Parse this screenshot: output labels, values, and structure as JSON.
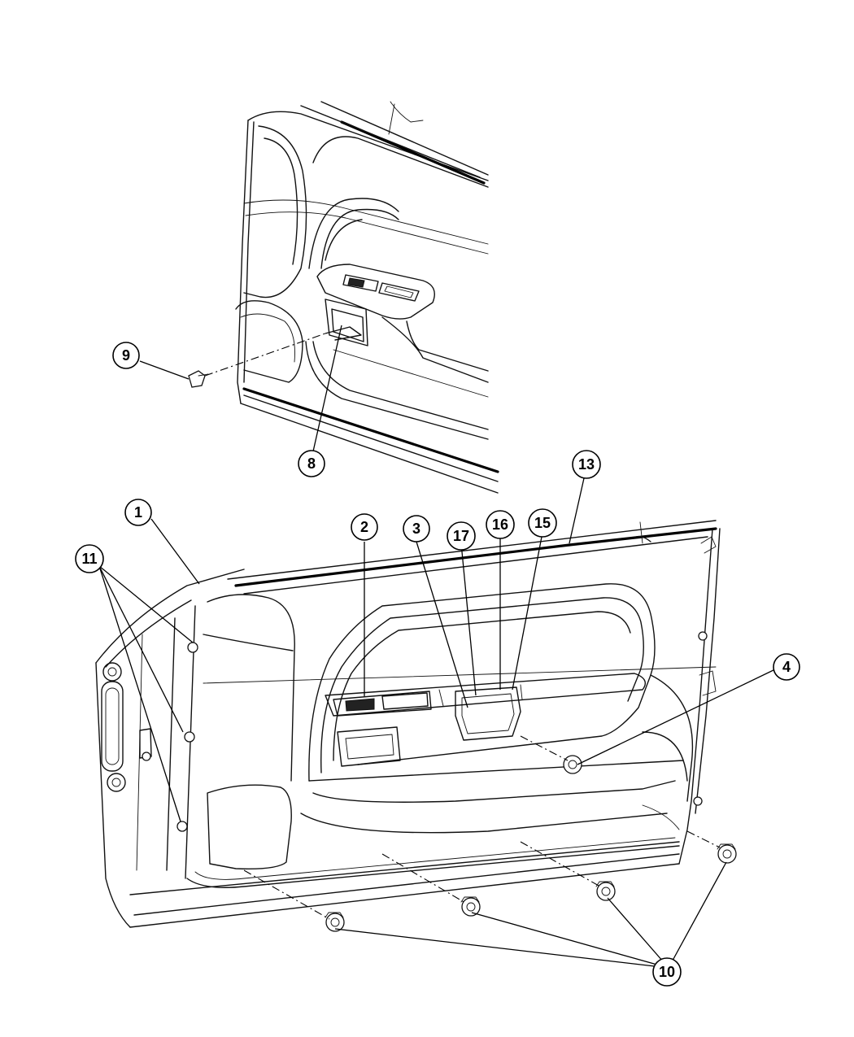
{
  "callouts": [
    {
      "id": "c1",
      "label": "1"
    },
    {
      "id": "c2",
      "label": "2"
    },
    {
      "id": "c3",
      "label": "3"
    },
    {
      "id": "c4",
      "label": "4"
    },
    {
      "id": "c8",
      "label": "8"
    },
    {
      "id": "c9",
      "label": "9"
    },
    {
      "id": "c10",
      "label": "10"
    },
    {
      "id": "c11",
      "label": "11"
    },
    {
      "id": "c13",
      "label": "13"
    },
    {
      "id": "c15",
      "label": "15"
    },
    {
      "id": "c16",
      "label": "16"
    },
    {
      "id": "c17",
      "label": "17"
    }
  ]
}
